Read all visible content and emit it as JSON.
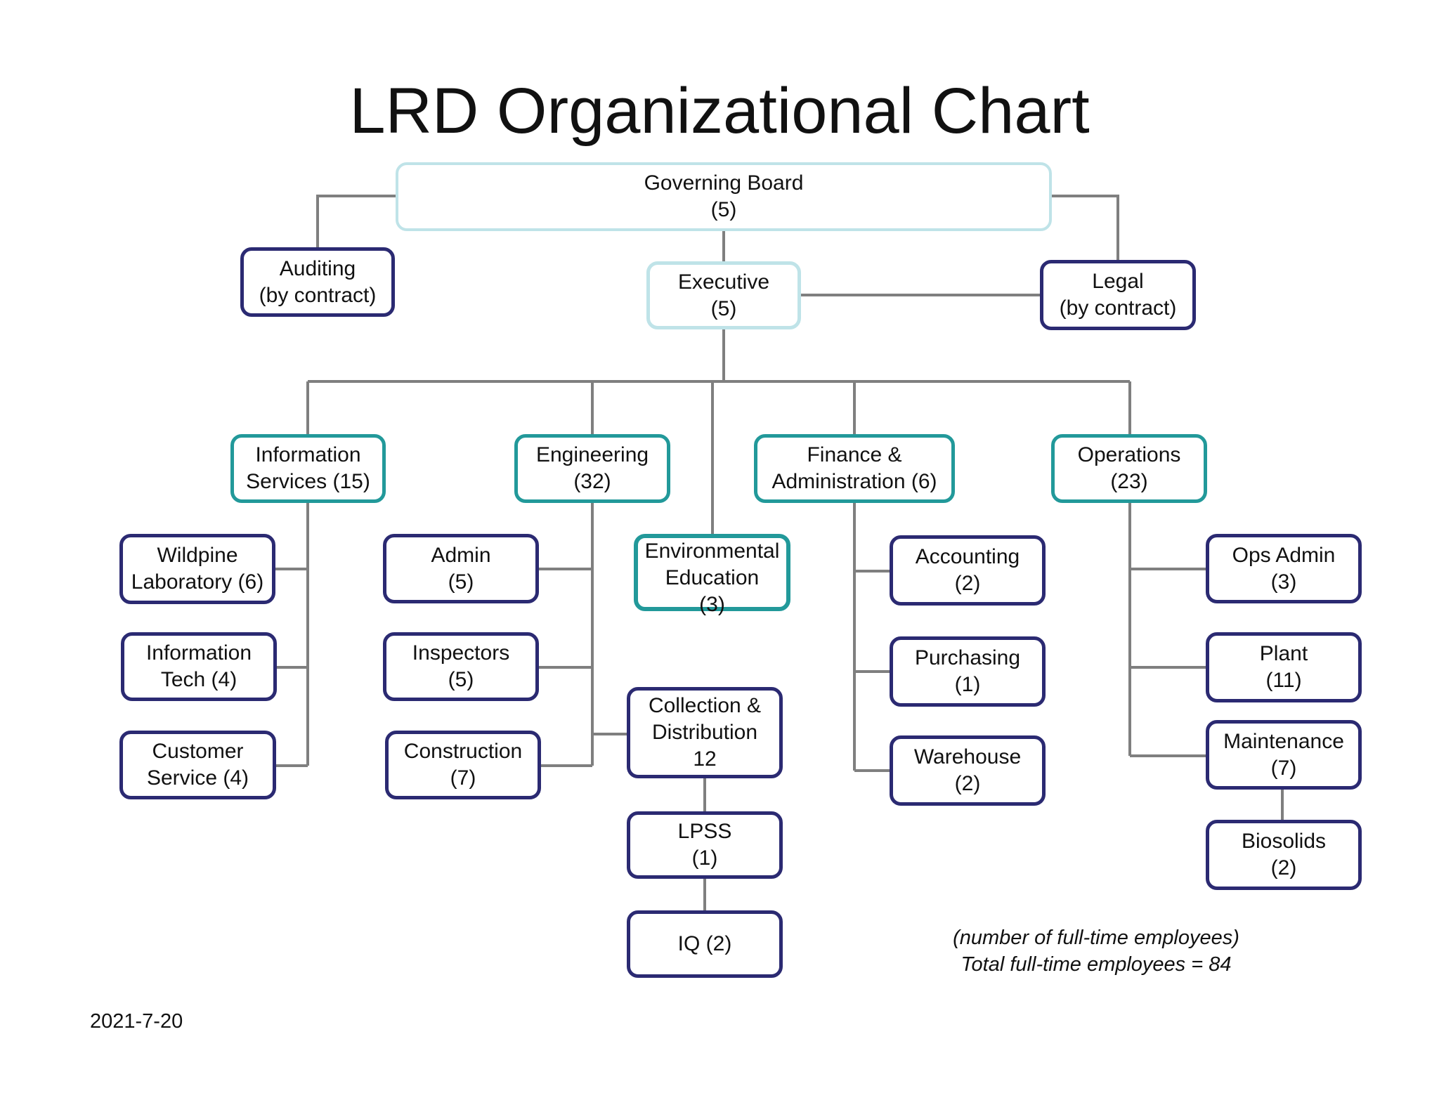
{
  "title": "LRD Organizational Chart",
  "colors": {
    "connector": "#7f7f7f",
    "board_border": "#bfe3e8",
    "department_border": "#22999a",
    "unit_border": "#2b2a72"
  },
  "nodes": {
    "governing_board": {
      "line1": "Governing Board",
      "line2": "(5)"
    },
    "auditing": {
      "line1": "Auditing",
      "line2": "(by contract)"
    },
    "executive": {
      "line1": "Executive",
      "line2": "(5)"
    },
    "legal": {
      "line1": "Legal",
      "line2": "(by contract)"
    },
    "information_services": {
      "line1": "Information",
      "line2": "Services (15)"
    },
    "engineering": {
      "line1": "Engineering",
      "line2": "(32)"
    },
    "environmental_education": {
      "line1": "Environmental",
      "line2": "Education",
      "line3": "(3)"
    },
    "finance_administration": {
      "line1": "Finance &",
      "line2": "Administration (6)"
    },
    "operations": {
      "line1": "Operations",
      "line2": "(23)"
    },
    "wildpine_laboratory": {
      "line1": "Wildpine",
      "line2": "Laboratory (6)"
    },
    "information_tech": {
      "line1": "Information",
      "line2": "Tech (4)"
    },
    "customer_service": {
      "line1": "Customer",
      "line2": "Service (4)"
    },
    "admin": {
      "line1": "Admin",
      "line2": "(5)"
    },
    "inspectors": {
      "line1": "Inspectors",
      "line2": "(5)"
    },
    "construction": {
      "line1": "Construction",
      "line2": "(7)"
    },
    "collection_distribution": {
      "line1": "Collection &",
      "line2": "Distribution",
      "line3": "12"
    },
    "lpss": {
      "line1": "LPSS",
      "line2": "(1)"
    },
    "iq": {
      "line1": "IQ (2)"
    },
    "accounting": {
      "line1": "Accounting",
      "line2": "(2)"
    },
    "purchasing": {
      "line1": "Purchasing",
      "line2": "(1)"
    },
    "warehouse": {
      "line1": "Warehouse",
      "line2": "(2)"
    },
    "ops_admin": {
      "line1": "Ops Admin",
      "line2": "(3)"
    },
    "plant": {
      "line1": "Plant",
      "line2": "(11)"
    },
    "maintenance": {
      "line1": "Maintenance",
      "line2": "(7)"
    },
    "biosolids": {
      "line1": "Biosolids",
      "line2": "(2)"
    }
  },
  "note": {
    "line1": "(number of full-time employees)",
    "line2": "Total full-time employees = 84"
  },
  "date": "2021-7-20"
}
